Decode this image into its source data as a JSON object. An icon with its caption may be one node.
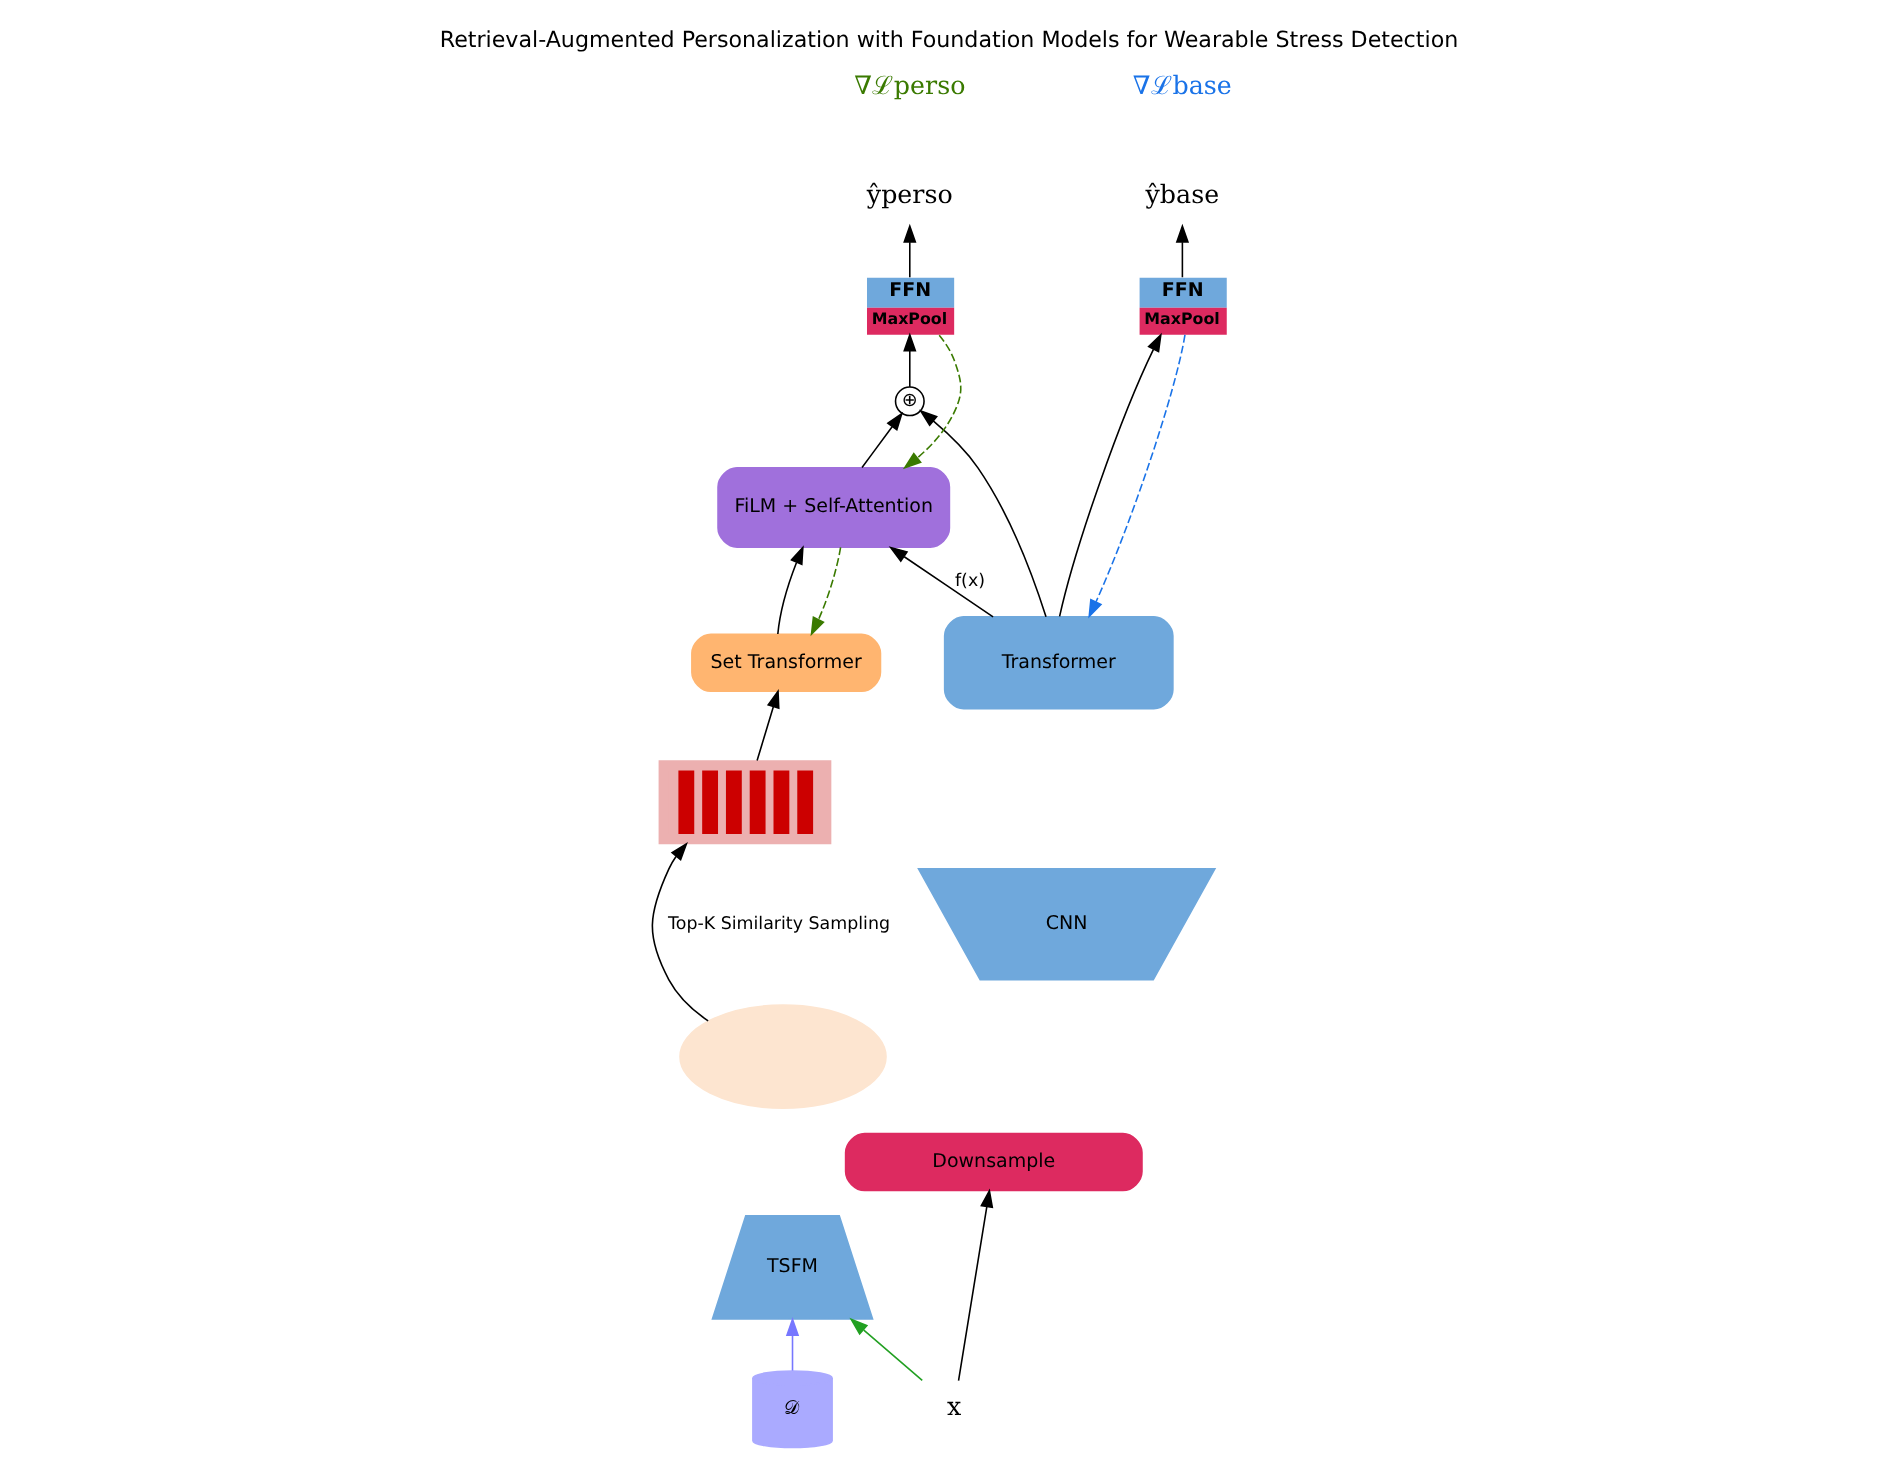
{
  "diagram": {
    "title": "Retrieval-Augmented Personalization with Foundation Models for Wearable Stress Detection",
    "nodes": [
      {
        "text": [
          "x"
        ]
      },
      {
        "text": [
          "Downsample"
        ]
      },
      {
        "text": [
          "CNN"
        ]
      },
      {
        "text": [
          "Transformer"
        ]
      },
      {
        "text": [
          "𝒟"
        ]
      },
      {
        "text": [
          "TSFM"
        ]
      },
      {
        "text": [],
        "shape": "ellipse"
      },
      {
        "text": [],
        "shape": "box"
      },
      {
        "text": [
          "Set Transformer"
        ]
      },
      {
        "text": [
          "FiLM + Self-Attention"
        ]
      },
      {
        "text": [
          "⊕"
        ]
      },
      {
        "text": [
          "FFN",
          "MaxPool"
        ]
      },
      {
        "text": [
          "FFN",
          "MaxPool"
        ]
      },
      {
        "text": [
          "ŷperso"
        ]
      },
      {
        "text": [
          "ŷbase"
        ]
      }
    ],
    "edges": [
      {
        "from": 0,
        "to": 1,
        "arrow": "to"
      },
      {
        "from": 0,
        "to": 5,
        "arrow": "to",
        "color": "#22a022"
      },
      {
        "from": 4,
        "to": 5,
        "arrow": "to",
        "color": "#7777ff"
      },
      {
        "from": 6,
        "to": 7,
        "arrow": "to",
        "label": "Top-K Similarity Sampling"
      },
      {
        "from": 7,
        "to": 8,
        "arrow": "to"
      },
      {
        "from": 8,
        "to": 9,
        "arrow": "to"
      },
      {
        "from": 3,
        "to": 9,
        "arrow": "to",
        "label": "f(x)"
      },
      {
        "from": 9,
        "to": 10,
        "arrow": "to"
      },
      {
        "from": 3,
        "to": 10,
        "arrow": "to"
      },
      {
        "from": 10,
        "to": 11,
        "arrow": "to"
      },
      {
        "from": 3,
        "to": 12,
        "arrow": "to"
      },
      {
        "from": 11,
        "to": 13,
        "arrow": "to"
      },
      {
        "from": 12,
        "to": 14,
        "arrow": "to"
      },
      {
        "from": 11,
        "to": 9,
        "arrow": "to",
        "style": "dashed",
        "color": "#3a7a00"
      },
      {
        "from": 9,
        "to": 8,
        "arrow": "to",
        "style": "dashed",
        "color": "#3a7a00"
      },
      {
        "from": 12,
        "to": 3,
        "arrow": "to",
        "style": "dashed",
        "color": "#1a73e8"
      }
    ],
    "labels": [
      "∇ℒperso",
      "∇ℒbase"
    ]
  }
}
